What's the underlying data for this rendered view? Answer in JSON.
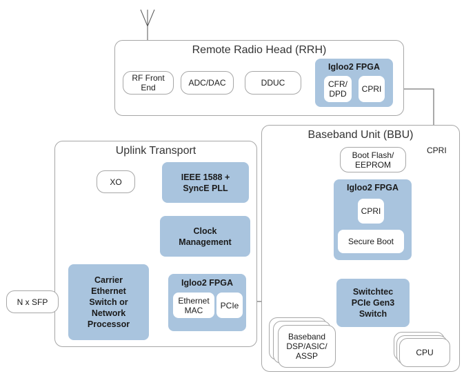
{
  "rrh": {
    "title": "Remote Radio Head (RRH)",
    "rf_front_end": "RF Front\nEnd",
    "adc_dac": "ADC/DAC",
    "dduc": "DDUC",
    "fpga_title": "Igloo2 FPGA",
    "cfr_dpd": "CFR/\nDPD",
    "cpri": "CPRI"
  },
  "bbu": {
    "title": "Baseband Unit (BBU)",
    "boot_flash": "Boot Flash/\nEEPROM",
    "fpga_title": "Igloo2 FPGA",
    "cpri": "CPRI",
    "secure_boot": "Secure Boot",
    "switchtec": "Switchtec\nPCIe Gen3\nSwitch",
    "baseband": "Baseband\nDSP/ASIC/\nASSP",
    "cpu": "CPU"
  },
  "uplink": {
    "title": "Uplink Transport",
    "xo": "XO",
    "pll": "IEEE 1588 +\nSyncE PLL",
    "clock_mgmt": "Clock\nManagement",
    "carrier": "Carrier\nEthernet\nSwitch or\nNetwork\nProcessor",
    "fpga_title": "Igloo2 FPGA",
    "ethernet_mac": "Ethernet\nMAC",
    "pcie": "PCIe"
  },
  "external": {
    "sfp": "N x SFP",
    "cpri_link_label": "CPRI"
  }
}
